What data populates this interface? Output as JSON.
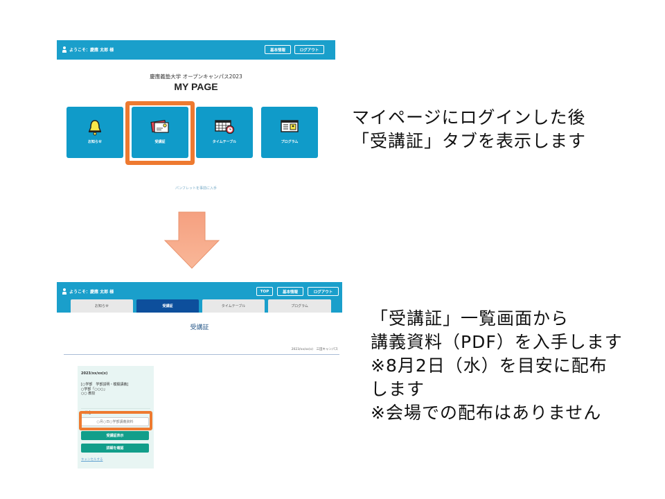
{
  "top_screen": {
    "header": {
      "welcome": "ようこそ：慶應 太郎 様",
      "buttons": [
        "基本情報",
        "ログアウト"
      ]
    },
    "subtitle": "慶應義塾大学 オープンキャンパス2023",
    "title": "MY PAGE",
    "tiles": [
      {
        "label": "お知らせ",
        "icon": "bell-icon"
      },
      {
        "label": "受講証",
        "icon": "ticket-cards-icon"
      },
      {
        "label": "タイムテーブル",
        "icon": "calendar-clock-icon"
      },
      {
        "label": "プログラム",
        "icon": "program-window-icon"
      }
    ],
    "pamphlet_link": "パンフレットを事前に入手"
  },
  "bottom_screen": {
    "header": {
      "welcome": "ようこそ：慶應 太郎 様",
      "buttons": [
        "TOP",
        "基本情報",
        "ログアウト"
      ]
    },
    "tabs": [
      {
        "label": "お知らせ",
        "active": false
      },
      {
        "label": "受講証",
        "active": true
      },
      {
        "label": "タイムテーブル",
        "active": false
      },
      {
        "label": "プログラム",
        "active": false
      }
    ],
    "page_heading": "受講証",
    "date_campus": "2023/xx/xx(x)　三田キャンパス",
    "card": {
      "date": "2023/xx/xx(x)",
      "info_lines": [
        "[○学部　学部説明・模擬講義]",
        "○学部「○○○」",
        "○○ 教授"
      ],
      "place": "西校舎",
      "material_button": "○月○日○学部講義資料",
      "show_button": "受講証表示",
      "detail_button": "詳細を確認",
      "cancel_link": "キャンセルする"
    }
  },
  "notes": {
    "step1": [
      "マイページにログインした後",
      "「受講証」タブを表示します"
    ],
    "step2": [
      "「受講証」一覧画面から",
      "講義資料（PDF）を入手します",
      "※8月2日（水）を目安に配布",
      "します",
      "※会場での配布はありません"
    ]
  },
  "colors": {
    "header_blue": "#1a9fcb",
    "tile_blue": "#109bc9",
    "active_tab": "#0d4f9c",
    "highlight_orange": "#ee7a30",
    "arrow_fill": "#f7a886",
    "button_green": "#129e8a"
  }
}
